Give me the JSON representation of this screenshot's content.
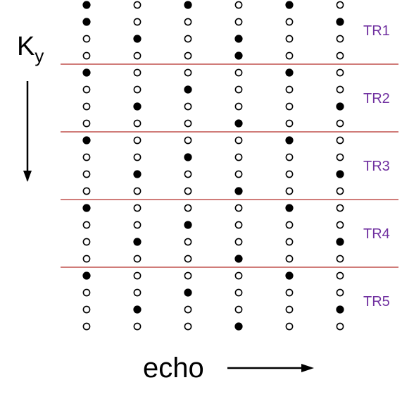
{
  "axes": {
    "ky_base": "K",
    "ky_sub": "y",
    "echo_label": "echo"
  },
  "colors": {
    "separator": "#c0504d",
    "tr_label": "#7030a0",
    "dot": "#000000"
  },
  "grid": {
    "columns": 6,
    "rows_per_group": 4,
    "groups": [
      {
        "label": "TR1",
        "filled": [
          [
            0,
            0
          ],
          [
            0,
            2
          ],
          [
            0,
            4
          ],
          [
            1,
            0
          ],
          [
            1,
            5
          ],
          [
            2,
            1
          ],
          [
            2,
            3
          ],
          [
            3,
            3
          ]
        ]
      },
      {
        "label": "TR2",
        "filled": [
          [
            0,
            0
          ],
          [
            0,
            4
          ],
          [
            1,
            2
          ],
          [
            2,
            1
          ],
          [
            2,
            5
          ],
          [
            3,
            3
          ]
        ]
      },
      {
        "label": "TR3",
        "filled": [
          [
            0,
            0
          ],
          [
            0,
            4
          ],
          [
            1,
            2
          ],
          [
            2,
            1
          ],
          [
            2,
            5
          ],
          [
            3,
            3
          ]
        ]
      },
      {
        "label": "TR4",
        "filled": [
          [
            0,
            0
          ],
          [
            0,
            4
          ],
          [
            1,
            2
          ],
          [
            2,
            1
          ],
          [
            2,
            5
          ],
          [
            3,
            3
          ]
        ]
      },
      {
        "label": "TR5",
        "filled": [
          [
            0,
            0
          ],
          [
            0,
            4
          ],
          [
            1,
            2
          ],
          [
            2,
            1
          ],
          [
            2,
            5
          ],
          [
            3,
            3
          ]
        ]
      }
    ]
  }
}
